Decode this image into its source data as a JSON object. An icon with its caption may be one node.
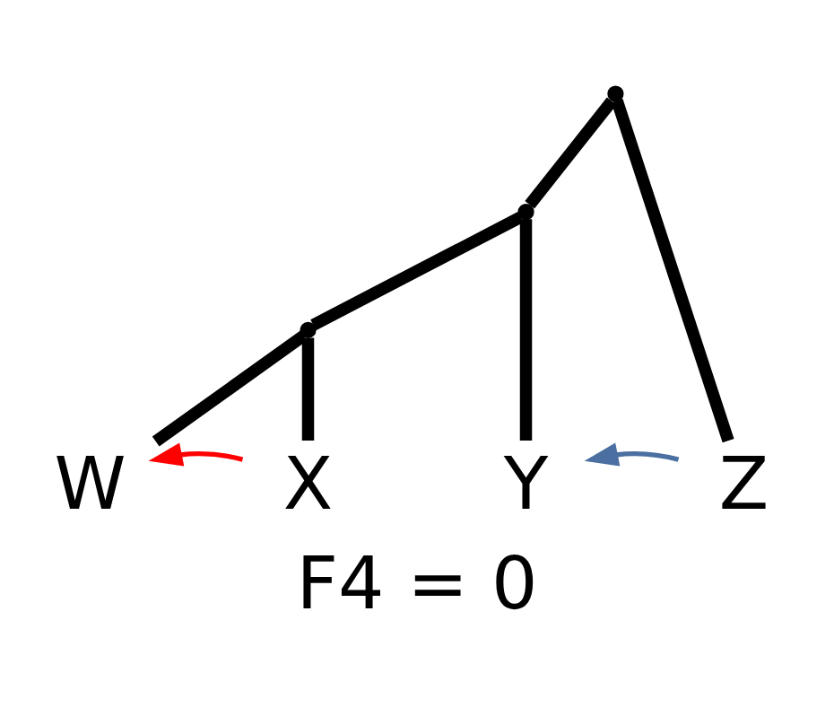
{
  "diagram": {
    "caption": "F4 = 0",
    "nodes": [
      {
        "text": [],
        "shape": "point"
      },
      {
        "text": [],
        "shape": "point"
      },
      {
        "text": [],
        "shape": "point"
      },
      {
        "text": [
          "W"
        ]
      },
      {
        "text": [
          "X"
        ]
      },
      {
        "text": [
          "Y"
        ]
      },
      {
        "text": [
          "Z"
        ]
      }
    ],
    "edges": [
      {
        "from": 0,
        "to": 1,
        "arrow": "none"
      },
      {
        "from": 0,
        "to": 6,
        "arrow": "none"
      },
      {
        "from": 1,
        "to": 2,
        "arrow": "none"
      },
      {
        "from": 1,
        "to": 5,
        "arrow": "none"
      },
      {
        "from": 2,
        "to": 3,
        "arrow": "none"
      },
      {
        "from": 2,
        "to": 4,
        "arrow": "none"
      },
      {
        "from": 4,
        "to": 3,
        "arrow": "to",
        "color": "#ff0000"
      },
      {
        "from": 6,
        "to": 5,
        "arrow": "to",
        "color": "#4a6fa0"
      }
    ]
  }
}
